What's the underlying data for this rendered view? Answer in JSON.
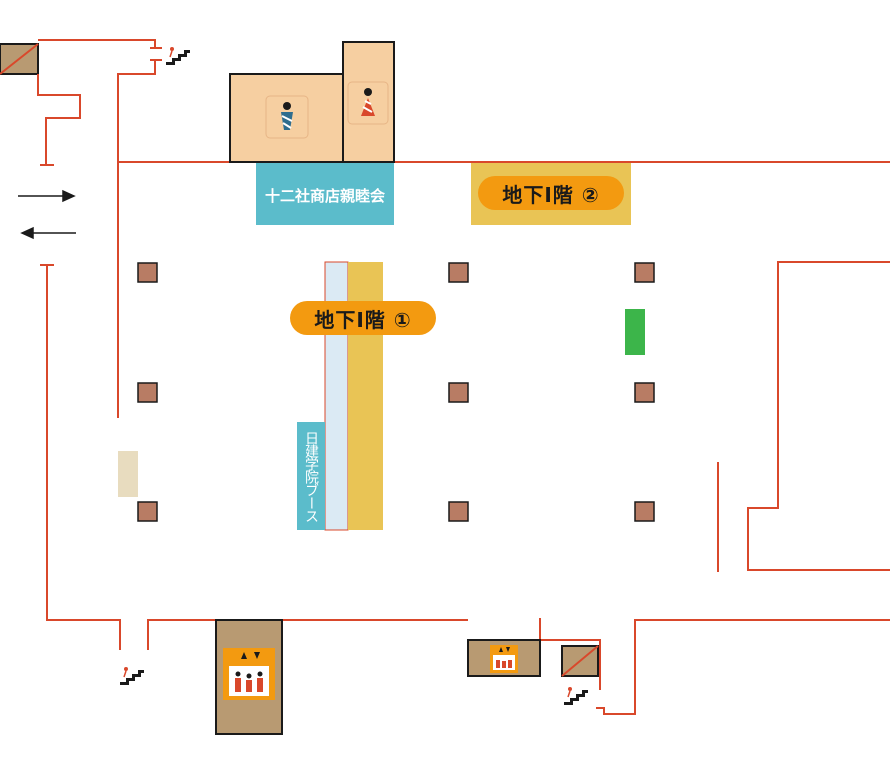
{
  "labels": {
    "association": "十二社商店親睦会",
    "floor_b1_area2": "地下Ⅰ階 ②",
    "floor_b1_area1": "地下Ⅰ階 ①",
    "booth": "日建学院ブース"
  },
  "icons": [
    "restroom-male-icon",
    "restroom-female-icon",
    "stairs-icon",
    "elevator-icon",
    "arrow-right-icon",
    "arrow-left-icon",
    "pillar-icon",
    "escalator-icon"
  ],
  "colors": {
    "wall": "#d9482b",
    "restroom_fill": "#f6cfa1",
    "association_bg": "#5bbccb",
    "floor_label_area": "#e9c455",
    "floor_pill": "#f39a10",
    "booth_bg": "#dbeaf4",
    "pillar": "#b87c64",
    "green_marker": "#3cb54a",
    "escalator_box": "#b89a72",
    "beige_marker": "#e8dcbf"
  }
}
